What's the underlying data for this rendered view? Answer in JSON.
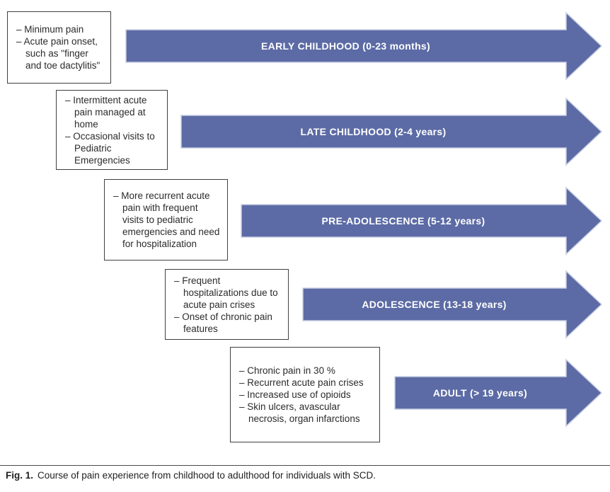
{
  "colors": {
    "arrow_fill": "#5C6BA5",
    "arrow_outline": "#C9CFE3",
    "arrow_label_text": "#FFFFFF",
    "box_border": "#3F3F3F",
    "body_text": "#2B2B2B"
  },
  "figure": {
    "rows": [
      {
        "stage": "EARLY CHILDHOOD (0-23 months)",
        "notes": [
          "– Minimum pain",
          "– Acute pain onset, such as \"finger and toe dactylitis\""
        ]
      },
      {
        "stage": "LATE CHILDHOOD (2-4 years)",
        "notes": [
          "– Intermittent acute pain managed at home",
          "– Occasional visits to Pediatric Emergencies"
        ]
      },
      {
        "stage": "PRE-ADOLESCENCE (5-12 years)",
        "notes": [
          "– More recurrent acute pain with frequent visits to pediatric emergencies and need for hospitalization"
        ]
      },
      {
        "stage": "ADOLESCENCE (13-18 years)",
        "notes": [
          "– Frequent hospitalizations due to acute pain crises",
          "– Onset of chronic pain features"
        ]
      },
      {
        "stage": "ADULT (> 19 years)",
        "notes": [
          "– Chronic pain in 30 %",
          "– Recurrent acute pain crises",
          "– Increased use of opioids",
          "– Skin ulcers, avascular necrosis, organ infarctions"
        ]
      }
    ],
    "caption": {
      "label": "Fig. 1.",
      "text": "Course of pain experience from childhood to adulthood for individuals with SCD."
    }
  }
}
